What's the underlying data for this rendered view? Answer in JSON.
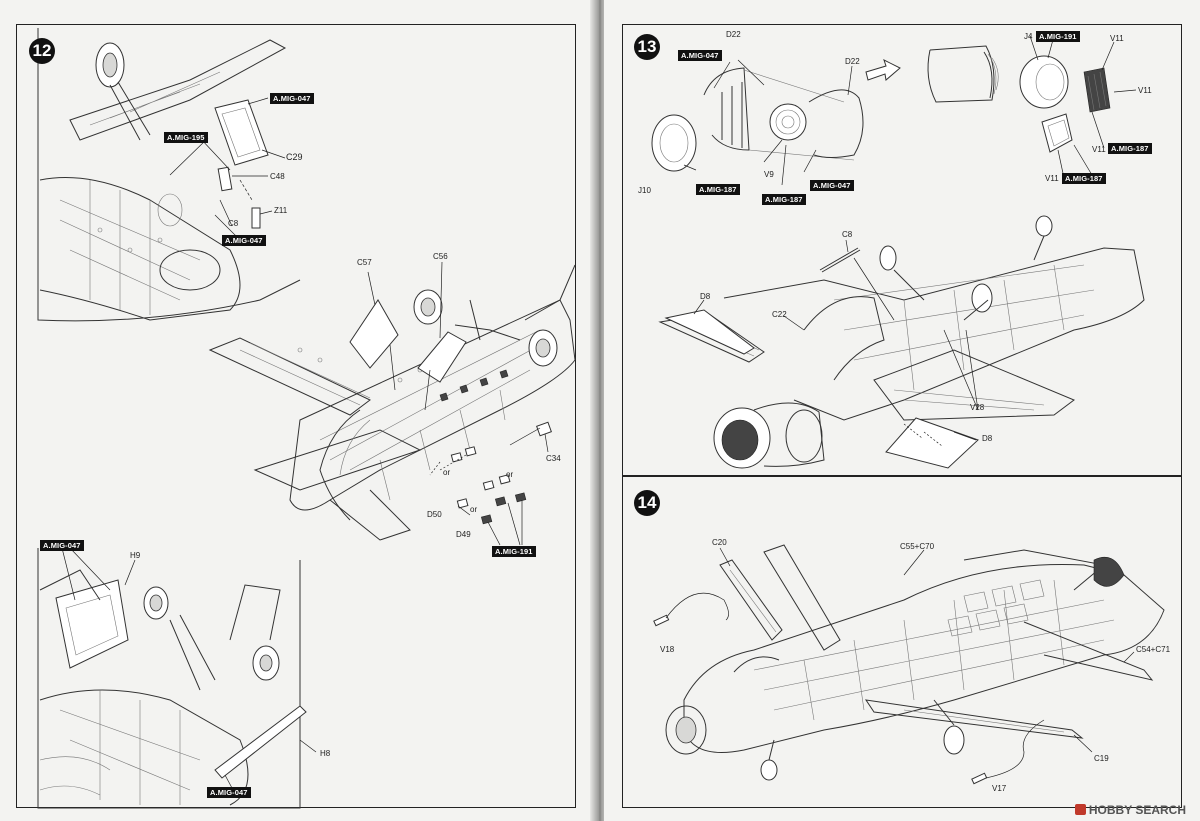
{
  "steps": {
    "s12": "12",
    "s13": "13",
    "s14": "14"
  },
  "labels": {
    "left_top": {
      "mig047": "A.MIG-047",
      "mig195": "A.MIG-195",
      "c29": "C29",
      "c48": "C48",
      "z11": "Z11",
      "c8": "C8",
      "mig047b": "A.MIG-047"
    },
    "left_mid": {
      "c57": "C57",
      "c56": "C56",
      "c34": "C34",
      "or1": "or",
      "or2": "or",
      "or3": "or",
      "d50": "D50",
      "d49": "D49",
      "mig191": "A.MIG-191"
    },
    "left_bottom": {
      "mig047": "A.MIG-047",
      "h9": "H9",
      "h8": "H8",
      "mig047b": "A.MIG-047"
    },
    "right_top": {
      "d22a": "D22",
      "mig047": "A.MIG-047",
      "d22b": "D22",
      "j4": "J4",
      "mig191": "A.MIG-191",
      "v11a": "V11",
      "v11b": "V11",
      "v11c": "V11",
      "v11d": "V11",
      "mig187c": "A.MIG-187",
      "mig187d": "A.MIG-187",
      "j10": "J10",
      "mig187a": "A.MIG-187",
      "v9": "V9",
      "mig187b": "A.MIG-187",
      "mig047b": "A.MIG-047"
    },
    "right_mid": {
      "c8": "C8",
      "d8a": "D8",
      "c22": "C22",
      "v28": "V28",
      "d8b": "D8"
    },
    "right_bottom": {
      "c20": "C20",
      "c55c70": "C55+C70",
      "c54c71": "C54+C71",
      "v18": "V18",
      "c19": "C19",
      "v17": "V17"
    }
  },
  "watermark": "HOBBY SEARCH"
}
